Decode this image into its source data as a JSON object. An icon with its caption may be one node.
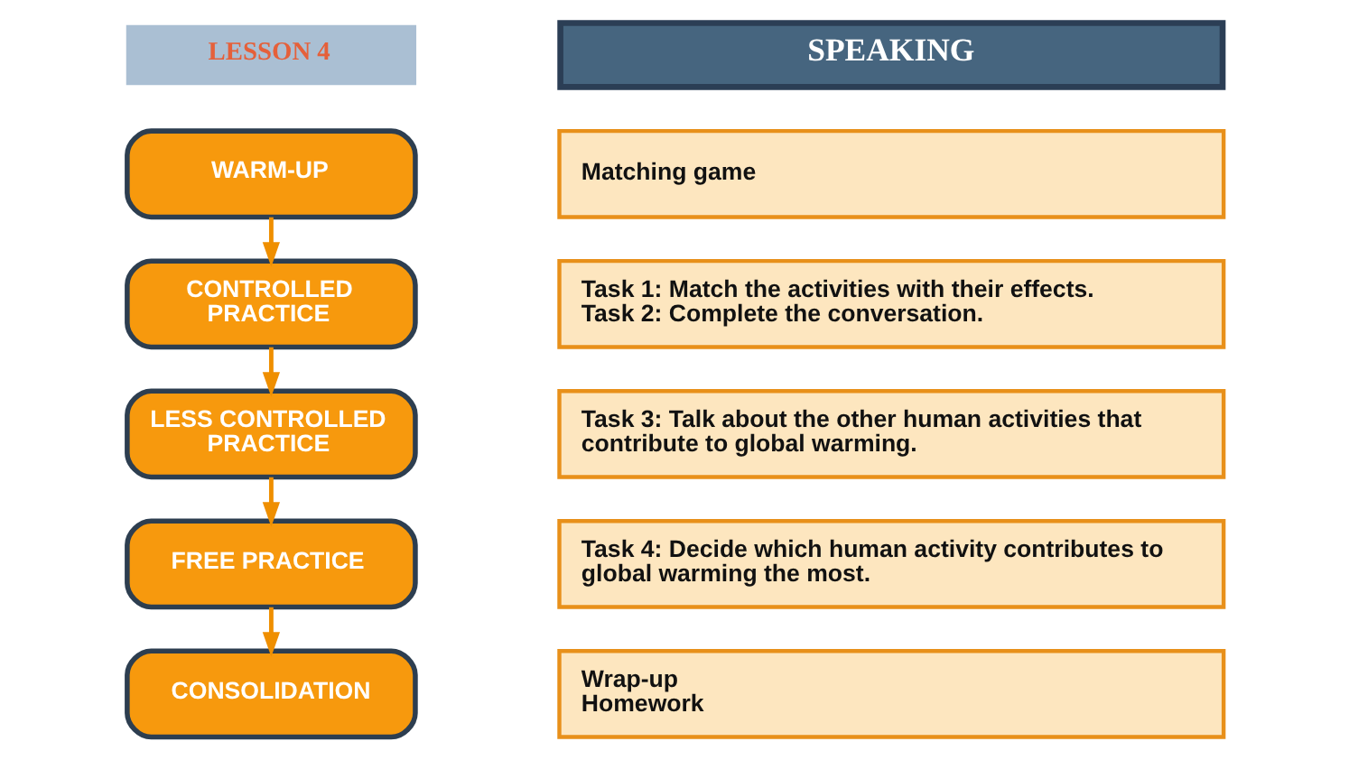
{
  "diagram": {
    "nodes": [
      {
        "text": [
          "LESSON 4"
        ]
      },
      {
        "text": [
          "SPEAKING"
        ]
      },
      {
        "text": [
          "WARM-UP"
        ]
      },
      {
        "text": [
          "Matching game"
        ]
      },
      {
        "text": [
          "CONTROLLED PRACTICE"
        ]
      },
      {
        "text": [
          "Task 1: Match the activities with their effects.",
          "Task 2: Complete the conversation."
        ]
      },
      {
        "text": [
          "LESS CONTROLLED PRACTICE"
        ]
      },
      {
        "text": [
          "Task 3: Talk about the other human activities that contribute to global warming."
        ]
      },
      {
        "text": [
          "FREE PRACTICE"
        ]
      },
      {
        "text": [
          "Task 4: Decide which human activity contributes to global warming the most."
        ]
      },
      {
        "text": [
          "CONSOLIDATION"
        ]
      },
      {
        "text": [
          "Wrap-up",
          "Homework"
        ]
      }
    ],
    "edges": [
      {
        "from": 2,
        "to": 4,
        "arrow": "to"
      },
      {
        "from": 4,
        "to": 6,
        "arrow": "to"
      },
      {
        "from": 6,
        "to": 8,
        "arrow": "to"
      },
      {
        "from": 8,
        "to": 10,
        "arrow": "to"
      }
    ]
  }
}
